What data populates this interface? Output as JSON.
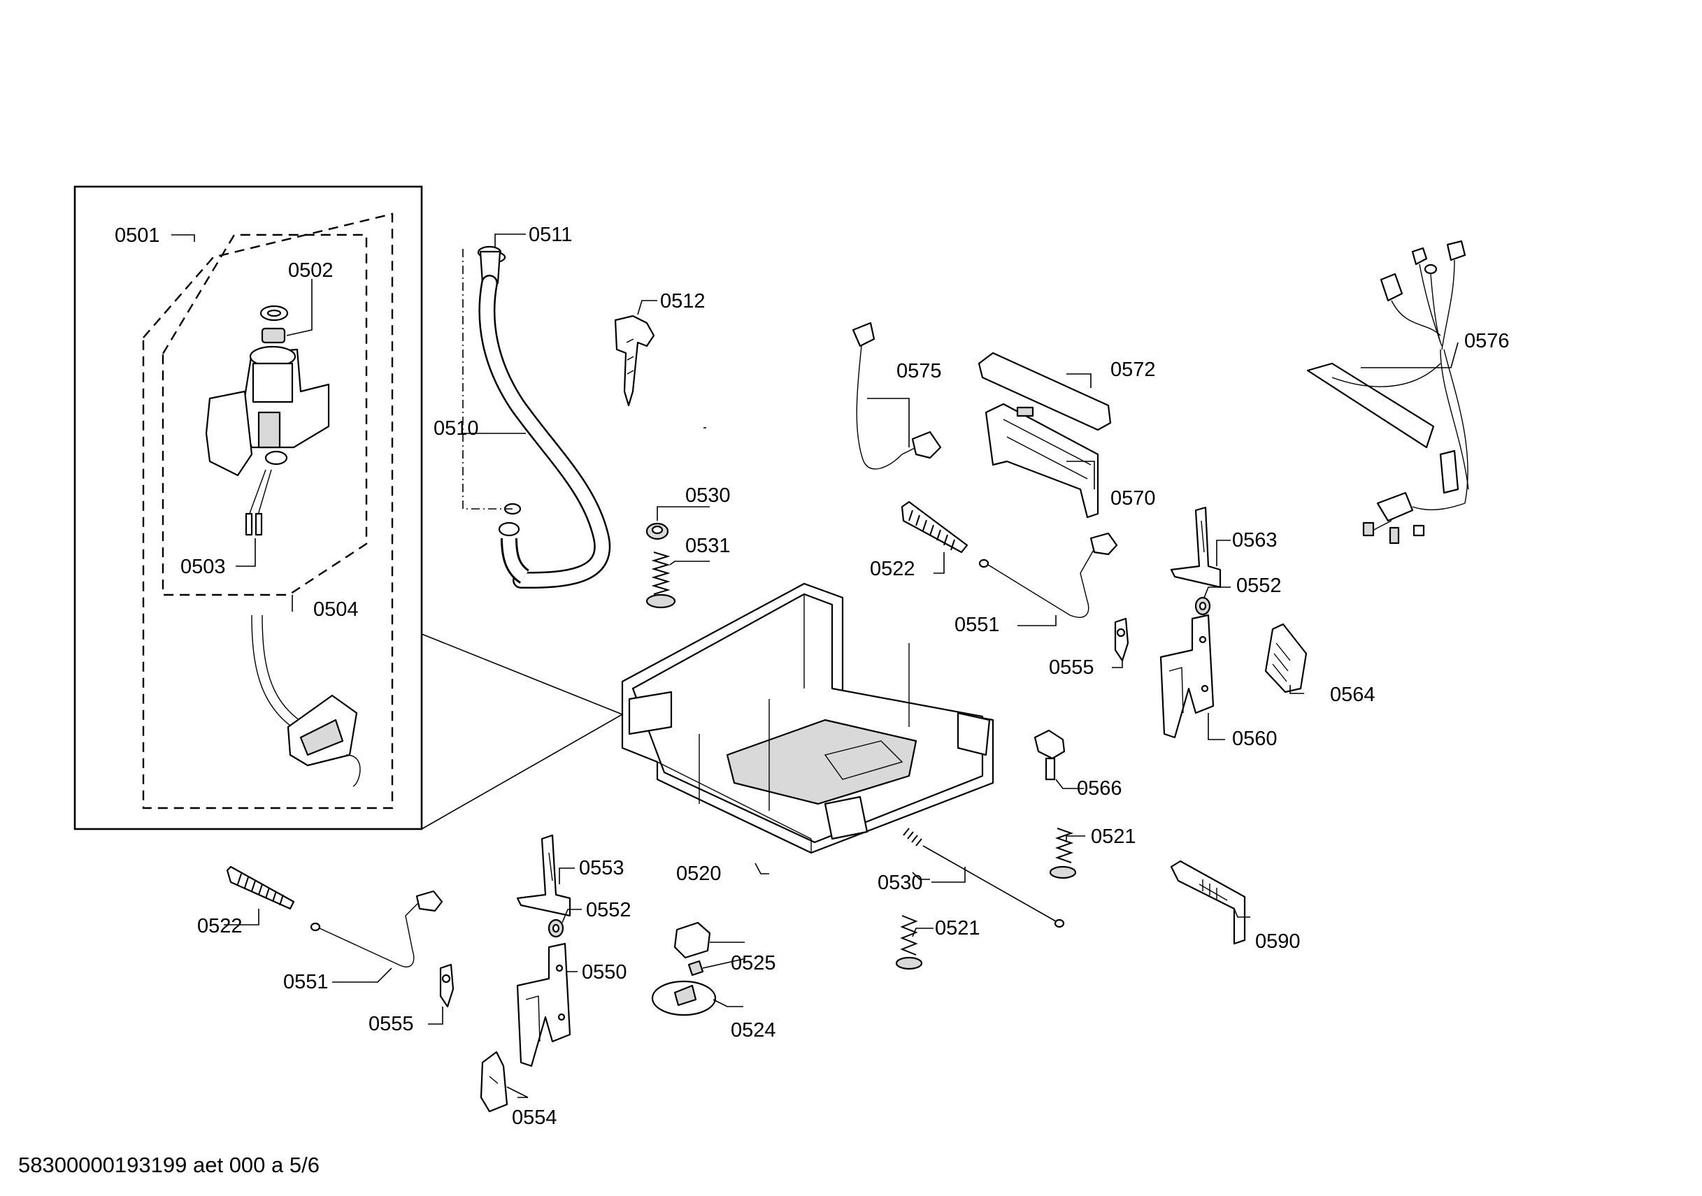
{
  "labels": {
    "p0501": "0501",
    "p0502": "0502",
    "p0503": "0503",
    "p0504": "0504",
    "p0510": "0510",
    "p0511": "0511",
    "p0512": "0512",
    "p0520": "0520",
    "p0521a": "0521",
    "p0521b": "0521",
    "p0522a": "0522",
    "p0522b": "0522",
    "p0524": "0524",
    "p0525": "0525",
    "p0530a": "0530",
    "p0530b": "0530",
    "p0531": "0531",
    "p0550": "0550",
    "p0551a": "0551",
    "p0551b": "0551",
    "p0552a": "0552",
    "p0552b": "0552",
    "p0553": "0553",
    "p0554": "0554",
    "p0555a": "0555",
    "p0555b": "0555",
    "p0560": "0560",
    "p0563": "0563",
    "p0564": "0564",
    "p0566": "0566",
    "p0570": "0570",
    "p0572": "0572",
    "p0575": "0575",
    "p0576": "0576",
    "p0590": "0590"
  },
  "footer": {
    "doc_id": "58300000193199 aet 000 a 5/6"
  }
}
